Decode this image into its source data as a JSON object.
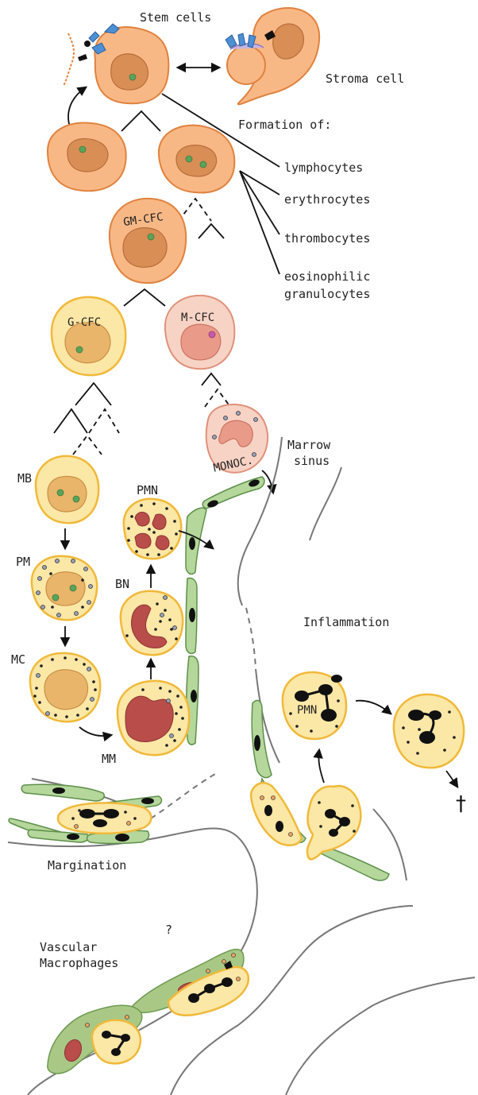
{
  "labels": {
    "stem_cells": "Stem cells",
    "stroma_cell": "Stroma cell",
    "formation_of": "Formation of:",
    "lymphocytes": "lymphocytes",
    "erythrocytes": "erythrocytes",
    "thrombocytes": "thrombocytes",
    "eosinophilic_1": "eosinophilic",
    "eosinophilic_2": "granulocytes",
    "gm_cfc": "GM-CFC",
    "g_cfc": "G-CFC",
    "m_cfc": "M-CFC",
    "monoc": "MONOC.",
    "marrow_1": "Marrow",
    "marrow_2": "sinus",
    "mb": "MB",
    "pm": "PM",
    "mc": "MC",
    "mm": "MM",
    "bn": "BN",
    "pmn_upper": "PMN",
    "pmn_inflam": "PMN",
    "inflammation": "Inflammation",
    "margination": "Margination",
    "question": "?",
    "vascular_1": "Vascular",
    "vascular_2": "Macrophages",
    "death_symbol": "†"
  },
  "colors": {
    "stem_cell": "#f8b886",
    "granulocyte_line": "#fbe7a6",
    "monocyte_line": "#f7d3c5",
    "endothelium": "#b5d79b",
    "nucleus_red": "#b84d4a"
  }
}
